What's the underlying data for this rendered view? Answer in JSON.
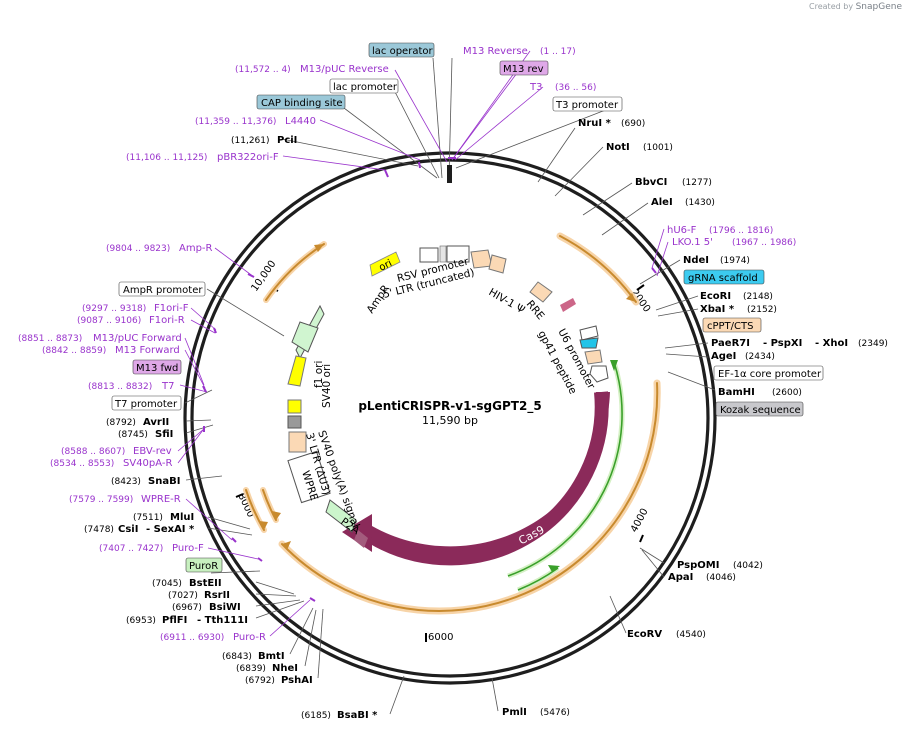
{
  "credit": {
    "prefix": "Created by",
    "brand": "SnapGene"
  },
  "plasmid": {
    "name": "pLentiCRISPR-v1-sgGPT2_5",
    "length_label": "11,590 bp",
    "total_bp": 11590
  },
  "colors": {
    "primer": "#9933cc",
    "enzyme": "#000000",
    "backbone": "#1e1e1e",
    "cas9": "#8b2a5a"
  },
  "ticks": [
    {
      "bp": 2000,
      "label": "2000"
    },
    {
      "bp": 4000,
      "label": "4000"
    },
    {
      "bp": 6000,
      "label": "6000"
    },
    {
      "bp": 8000,
      "label": "8000"
    },
    {
      "bp": 10000,
      "label": "10,000"
    }
  ],
  "enzymes": [
    {
      "name": "NruI *",
      "pos": "(690)"
    },
    {
      "name": "NotI",
      "pos": "(1001)"
    },
    {
      "name": "BbvCI",
      "pos": "(1277)"
    },
    {
      "name": "AleI",
      "pos": "(1430)"
    },
    {
      "name": "NdeI",
      "pos": "(1974)"
    },
    {
      "name": "EcoRI",
      "pos": "(2148)"
    },
    {
      "name": "XbaI *",
      "pos": "(2152)"
    },
    {
      "name": "PaeR7I",
      "name2": "- PspXI",
      "name3": "- XhoI",
      "pos": "(2349)"
    },
    {
      "name": "AgeI",
      "pos": "(2434)"
    },
    {
      "name": "BamHI",
      "pos": "(2600)"
    },
    {
      "name": "PspOMI",
      "pos": "(4042)"
    },
    {
      "name": "ApaI",
      "pos": "(4046)"
    },
    {
      "name": "EcoRV",
      "pos": "(4540)"
    },
    {
      "name": "PmlI",
      "pos": "(5476)"
    },
    {
      "name": "BsaBI *",
      "pos": "(6185)"
    },
    {
      "name": "PshAI",
      "pos": "(6792)"
    },
    {
      "name": "NheI",
      "pos": "(6839)"
    },
    {
      "name": "BmtI",
      "pos": "(6843)"
    },
    {
      "name": "PflFI",
      "name2": "- Tth111I",
      "pos": "(6953)"
    },
    {
      "name": "BsiWI",
      "pos": "(6967)"
    },
    {
      "name": "RsrII",
      "pos": "(7027)"
    },
    {
      "name": "BstEII",
      "pos": "(7045)"
    },
    {
      "name": "CsiI",
      "name2": "- SexAI *",
      "pos": "(7478)"
    },
    {
      "name": "MluI",
      "pos": "(7511)"
    },
    {
      "name": "SnaBI",
      "pos": "(8423)"
    },
    {
      "name": "SfiI",
      "pos": "(8745)"
    },
    {
      "name": "AvrII",
      "pos": "(8792)"
    },
    {
      "name": "PciI",
      "pos": "(11,261)"
    }
  ],
  "primers": [
    {
      "name": "M13 Reverse",
      "pos": "(1 .. 17)"
    },
    {
      "name": "T3",
      "pos": "(36 .. 56)"
    },
    {
      "name": "M13/pUC Reverse",
      "pos": "(11,572 .. 4)"
    },
    {
      "name": "L4440",
      "pos": "(11,359 .. 11,376)"
    },
    {
      "name": "pBR322ori-F",
      "pos": "(11,106 .. 11,125)"
    },
    {
      "name": "hU6-F",
      "pos": "(1796 .. 1816)"
    },
    {
      "name": "LKO.1 5'",
      "pos": "(1967 .. 1986)"
    },
    {
      "name": "Amp-R",
      "pos": "(9804 .. 9823)"
    },
    {
      "name": "F1ori-F",
      "pos": "(9297 .. 9318)"
    },
    {
      "name": "F1ori-R",
      "pos": "(9087 .. 9106)"
    },
    {
      "name": "M13/pUC Forward",
      "pos": "(8851 .. 8873)"
    },
    {
      "name": "M13 Forward",
      "pos": "(8842 .. 8859)"
    },
    {
      "name": "T7",
      "pos": "(8813 .. 8832)"
    },
    {
      "name": "EBV-rev",
      "pos": "(8588 .. 8607)"
    },
    {
      "name": "SV40pA-R",
      "pos": "(8534 .. 8553)"
    },
    {
      "name": "WPRE-R",
      "pos": "(7579 .. 7599)"
    },
    {
      "name": "Puro-F",
      "pos": "(7407 .. 7427)"
    },
    {
      "name": "Puro-R",
      "pos": "(6911 .. 6930)"
    }
  ],
  "boxed_features": [
    {
      "name": "lac operator",
      "style": "blue"
    },
    {
      "name": "M13 rev",
      "style": "purple"
    },
    {
      "name": "lac promoter",
      "style": "white"
    },
    {
      "name": "CAP binding site",
      "style": "blue"
    },
    {
      "name": "T3 promoter",
      "style": "white"
    },
    {
      "name": "gRNA scaffold",
      "style": "cyan"
    },
    {
      "name": "cPPT/CTS",
      "style": "peach"
    },
    {
      "name": "EF-1α core promoter",
      "style": "white"
    },
    {
      "name": "Kozak sequence",
      "style": "gray"
    },
    {
      "name": "AmpR promoter",
      "style": "white"
    },
    {
      "name": "M13 fwd",
      "style": "purple"
    },
    {
      "name": "T7 promoter",
      "style": "white"
    },
    {
      "name": "PuroR",
      "style": "green"
    }
  ],
  "inner_labels": {
    "ori": "ori",
    "rsv": "RSV promoter",
    "ltr5": "5' LTR (truncated)",
    "hiv": "HIV-1 Ψ",
    "rre": "RRE",
    "gp41": "gp41 peptide",
    "u6": "U6 promoter",
    "cas9": "Cas9",
    "p2a": "P2A",
    "wpre": "WPRE",
    "ltr3": "3' LTR (ΔU3)",
    "sv40pa": "SV40 poly(A) signal",
    "sv40ori": "SV40 ori",
    "f1ori": "f1 ori",
    "ampr": "AmpR"
  }
}
